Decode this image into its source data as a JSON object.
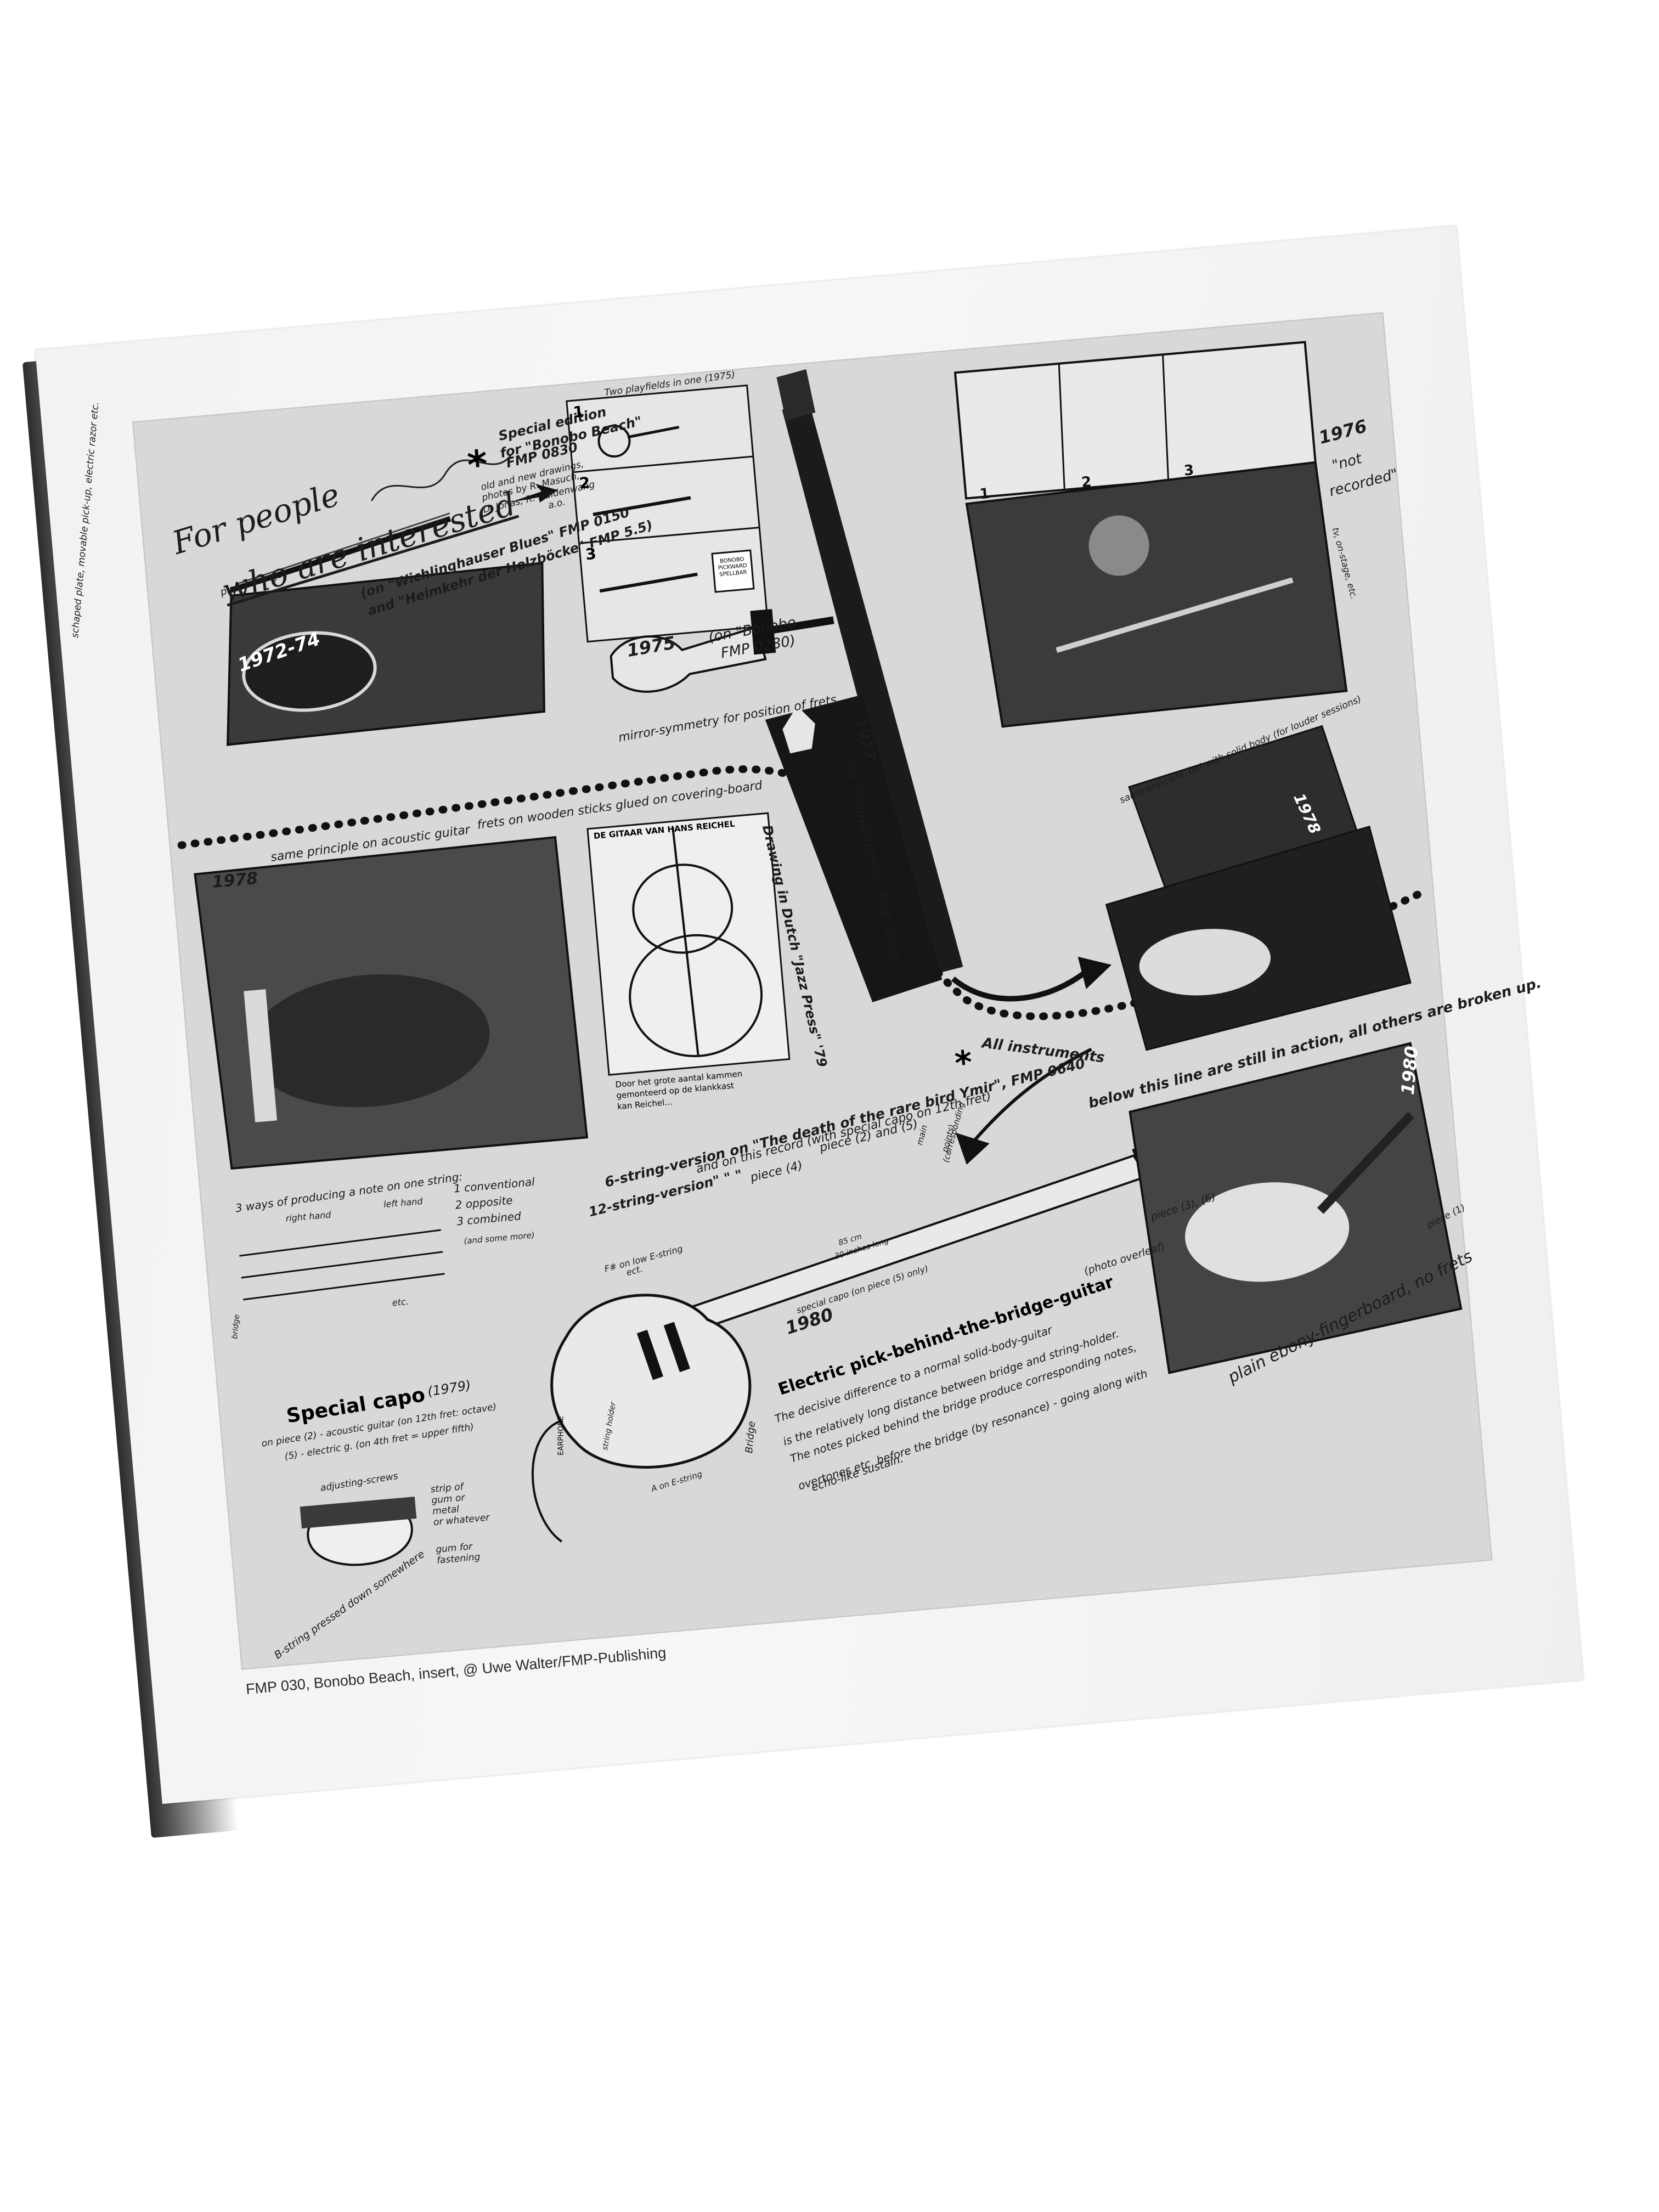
{
  "caption": "FMP 030, Bonobo Beach, insert, @ Uwe Walter/FMP-Publishing",
  "header": {
    "line1": "For people",
    "line2": "who are interested",
    "star": "*"
  },
  "special_edition": {
    "line1": "Special edition",
    "line2": "for \"Bonobo Beach\"",
    "line3": "FMP 0830",
    "note1": "old and new drawings,",
    "note2": "photos by R. Masuch,",
    "note3": "D. Jonas, R. Haldenwang",
    "note4": "a.o."
  },
  "top_left": {
    "piano_strings": "piano-strings",
    "ref1": "(on \"Wichlinghauser Blues\" FMP 0150",
    "ref2": "and \"Heimkehr der Holzböcke\" FMP 5.5)",
    "year": "1972-74",
    "side_note": "schaped plate, movable pick-up, electric razor etc."
  },
  "panel_1975": {
    "title": "Two playfields in one (1975)",
    "n1": "1",
    "n2": "2",
    "n3": "3",
    "year": "1975",
    "box": "BONOBO PICKWARD SPELLBAR",
    "ref1": "(on \"Bonobo",
    "ref2": "FMP 0280)"
  },
  "mirror_note": "mirror-symmetry for position of frets",
  "panel_1976": {
    "n1": "1",
    "n2": "2",
    "n3": "3",
    "year": "1976",
    "note1": "\"not",
    "note2": "recorded\"",
    "side": "tv, on-stage, etc."
  },
  "divider_note": "frets on wooden sticks glued on covering-board",
  "principle_1978": "same principle on acoustic guitar",
  "photo_1978_year": "1978",
  "dutch_article": {
    "header": "DE GITAAR VAN HANS REICHEL",
    "side": "Drawing in Dutch \"Jazz Press\" '79",
    "text1": "Door het grote aantal kammen",
    "text2": "gemonteerd op de klankkast",
    "text3": "kan Reichel..."
  },
  "erdmannchen": {
    "year": "1977",
    "ref": "(on \"Erdmännchen\", FMP 0400)"
  },
  "solid_body": {
    "note": "same principle, but with solid body (for louder sessions)",
    "year": "1978"
  },
  "all_instruments": {
    "star": "*",
    "line1": "All instruments",
    "line2": "below this line are still in action, all others are broken up."
  },
  "six_string": {
    "line1": "6-string-version on \"The death of the rare bird Ymir\", FMP 0640",
    "line2": "and on this record (with special capo on 12th fret)",
    "line3": "piece (2) and (5)"
  },
  "twelve_string": {
    "line1": "12-string-version\" \" \"",
    "line2": "piece (4)"
  },
  "ways": {
    "title": "3 ways of producing a note on one string:",
    "right_hand": "right hand",
    "left_hand": "left hand",
    "opt1": "1 conventional",
    "opt2": "2 opposite",
    "opt3": "3 combined",
    "opt4": "(and some more)",
    "etc": "etc.",
    "bridge": "bridge"
  },
  "capo": {
    "title": "Special capo",
    "year": "(1979)",
    "line1": "on piece (2) - acoustic guitar (on 12th fret: octave)",
    "line2": "(5) - electric g. (on 4th fret = upper fifth)",
    "screws": "adjusting-screws",
    "strip1": "strip of",
    "strip2": "gum or",
    "strip3": "metal",
    "strip4": "or whatever",
    "gum1": "gum for",
    "gum2": "fastening",
    "pressed": "B-string pressed down somewhere"
  },
  "electric": {
    "f_note": "F# on low E-string",
    "ect": "ect.",
    "main": "main",
    "main2": "(corresponding",
    "main3": "points)",
    "scale": "85 cm",
    "scale2": "30 inches long",
    "special_capo": "special capo (on piece (5) only)",
    "year": "1980",
    "title": "Electric pick-behind-the-bridge-guitar",
    "pieces": "piece (3), (6)",
    "photo_overleaf": "(photo overleaf)",
    "desc1": "The decisive difference to a normal solid-body-guitar",
    "desc2": "is the relatively long distance between bridge and string-holder.",
    "desc3": "The notes picked behind the bridge produce corresponding notes,",
    "desc4": "overtones etc. before the bridge (by resonance) - going along with",
    "desc5": "echo-like sustain.",
    "bridge": "Bridge",
    "string_holder": "string holder",
    "a_string": "A on E-string",
    "earpiece": "EARPHONE"
  },
  "photo_1980": {
    "year": "1980",
    "note1": "plain ebony-fingerboard, no frets",
    "piece": "piece (1)"
  }
}
